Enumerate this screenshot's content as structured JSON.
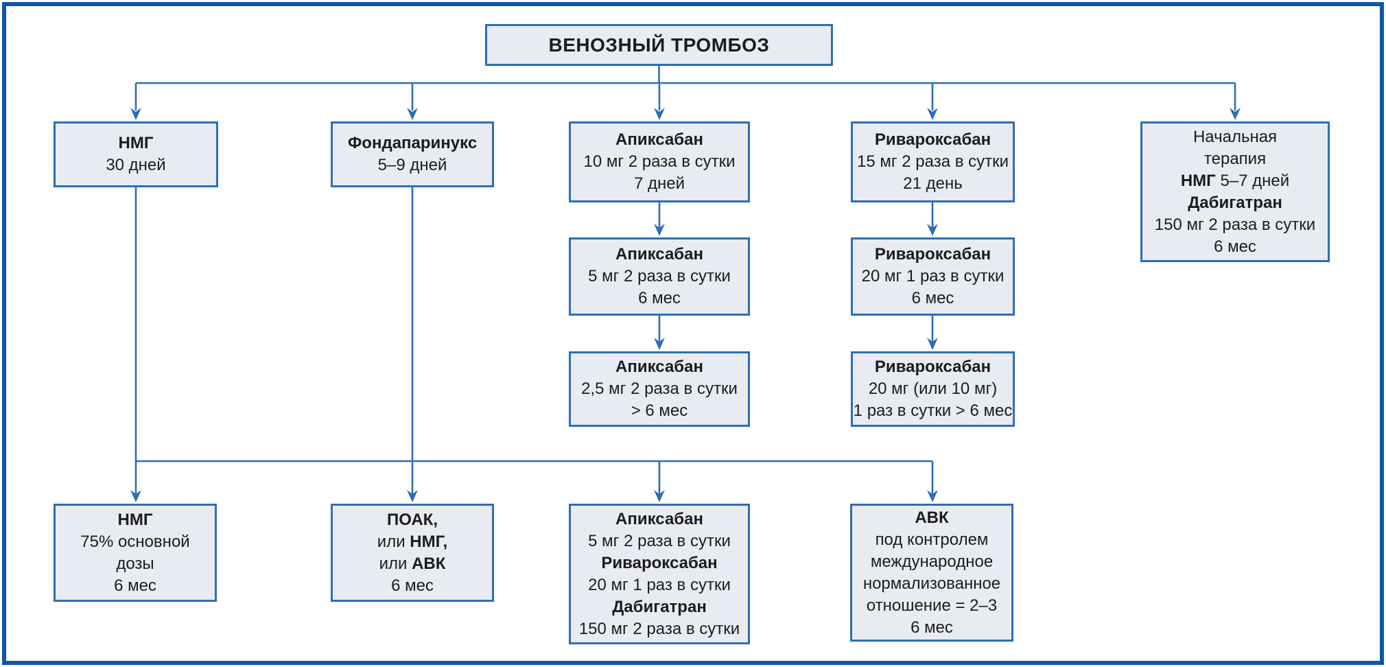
{
  "title": "ВЕНОЗНЫЙ ТРОМБОЗ",
  "colors": {
    "frame": "#0d57a7",
    "line": "#2e6db6",
    "box-border": "#2e6db6",
    "box-fill": "#e9ebf3",
    "text": "#1c1c1c"
  },
  "boxes": {
    "lmwh_30": {
      "drug": "НМГ",
      "duration": "30 дней"
    },
    "fondaparinux": {
      "drug": "Фондапаринукс",
      "duration": "5–9 дней"
    },
    "apixaban_load": {
      "drug": "Апиксабан",
      "dose": "10 мг 2 раза в сутки",
      "duration": "7 дней"
    },
    "rivaroxaban_load": {
      "drug": "Ривароксабан",
      "dose": "15 мг 2 раза в сутки",
      "duration": "21 день"
    },
    "dabigatran_path": {
      "l1": "Начальная",
      "l2": "терапия",
      "l3b": "НМГ",
      "l3r": "5–7 дней",
      "l4b": "Дабигатран",
      "l5": "150 мг 2 раза в сутки",
      "l6": "6 мес"
    },
    "apixaban_maint": {
      "drug": "Апиксабан",
      "dose": "5 мг 2 раза в сутки",
      "duration": "6 мес"
    },
    "rivaroxaban_maint": {
      "drug": "Ривароксабан",
      "dose": "20 мг 1 раз в сутки",
      "duration": "6 мес"
    },
    "apixaban_ext": {
      "drug": "Апиксабан",
      "dose": "2,5 мг 2 раза в сутки",
      "duration": "> 6 мес"
    },
    "rivaroxaban_ext": {
      "drug": "Ривароксабан",
      "dose": "20 мг (или 10 мг)",
      "duration": "1 раз в сутки > 6 мес"
    },
    "lmwh_75": {
      "drug": "НМГ",
      "l2": "75% основной",
      "l3": "дозы",
      "l4": "6 мес"
    },
    "poak_nmg_avk": {
      "l1": "ПОАК,",
      "l2a": "или",
      "l2b": "НМГ,",
      "l3a": "или",
      "l3b": "АВК",
      "l4": "6 мес"
    },
    "doac_secondary": {
      "d1": "Апиксабан",
      "r1": "5 мг 2 раза в сутки",
      "d2": "Ривароксабан",
      "r2": "20 мг 1 раз в сутки",
      "d3": "Дабигатран",
      "r3": "150 мг 2 раза в сутки"
    },
    "avk_inr": {
      "d1": "АВК",
      "l2": "под контролем",
      "l3": "международное",
      "l4": "нормализованное",
      "l5": "отношение = 2–3",
      "l6": "6 мес"
    }
  }
}
